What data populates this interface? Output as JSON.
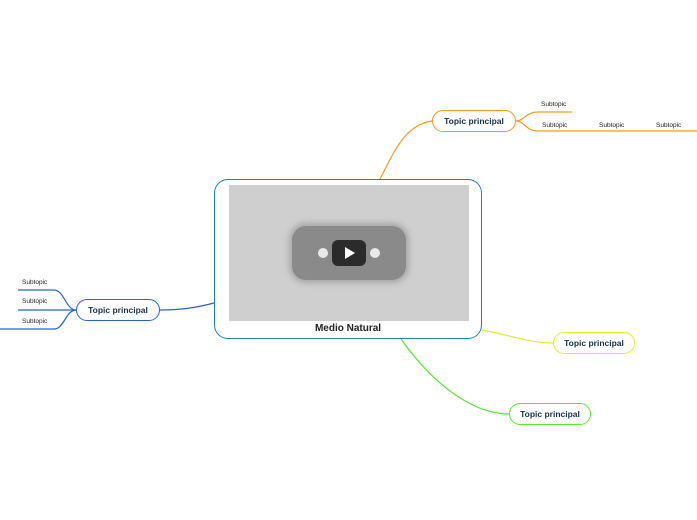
{
  "central": {
    "title": "Medio Natural",
    "media": "video-player"
  },
  "topics": [
    {
      "label": "Topic principal",
      "color": "#f39a1e",
      "subtopics": [
        "Subtopic",
        "Subtopic",
        "Subtopic",
        "Subtopic"
      ]
    },
    {
      "label": "Topic principal",
      "color": "#e3ea2b",
      "subtopics": []
    },
    {
      "label": "Topic principal",
      "color": "#5be82d",
      "subtopics": []
    },
    {
      "label": "Topic principal",
      "color": "#2b5fd9",
      "subtopics": [
        "Subtopic",
        "Subtopic",
        "Subtopic"
      ]
    }
  ],
  "colors": {
    "central_border": "#1f7fc2"
  },
  "icons": [
    "play-icon"
  ]
}
